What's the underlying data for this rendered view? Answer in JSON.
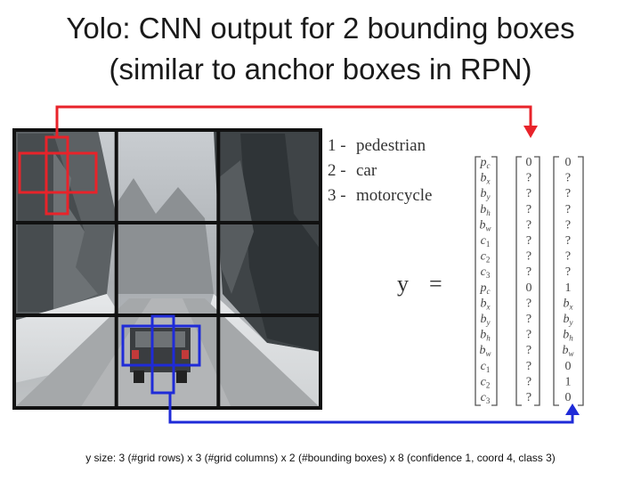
{
  "slide": {
    "title_line1": "Yolo: CNN output for 2 bounding boxes",
    "title_line2": "(similar to anchor boxes in RPN)",
    "caption": "y size: 3 (#grid rows) x 3 (#grid columns) x 2 (#bounding boxes) x 8 (confidence 1, coord 4, class 3)"
  },
  "classes": [
    {
      "num": "1 -",
      "name": "pedestrian"
    },
    {
      "num": "2 -",
      "name": "car"
    },
    {
      "num": "3 -",
      "name": "motorcycle"
    }
  ],
  "equation": {
    "lhs": "y",
    "eq": "="
  },
  "vector_labels": [
    {
      "b": "p",
      "s": "c"
    },
    {
      "b": "b",
      "s": "x"
    },
    {
      "b": "b",
      "s": "y"
    },
    {
      "b": "b",
      "s": "h"
    },
    {
      "b": "b",
      "s": "w"
    },
    {
      "b": "c",
      "s": "1"
    },
    {
      "b": "c",
      "s": "2"
    },
    {
      "b": "c",
      "s": "3"
    },
    {
      "b": "p",
      "s": "c"
    },
    {
      "b": "b",
      "s": "x"
    },
    {
      "b": "b",
      "s": "y"
    },
    {
      "b": "b",
      "s": "h"
    },
    {
      "b": "b",
      "s": "w"
    },
    {
      "b": "c",
      "s": "1"
    },
    {
      "b": "c",
      "s": "2"
    },
    {
      "b": "c",
      "s": "3"
    }
  ],
  "vector_cell1": [
    "0",
    "?",
    "?",
    "?",
    "?",
    "?",
    "?",
    "?",
    "0",
    "?",
    "?",
    "?",
    "?",
    "?",
    "?",
    "?"
  ],
  "vector_cell2": [
    {
      "b": "0",
      "s": ""
    },
    {
      "b": "?",
      "s": ""
    },
    {
      "b": "?",
      "s": ""
    },
    {
      "b": "?",
      "s": ""
    },
    {
      "b": "?",
      "s": ""
    },
    {
      "b": "?",
      "s": ""
    },
    {
      "b": "?",
      "s": ""
    },
    {
      "b": "?",
      "s": ""
    },
    {
      "b": "1",
      "s": ""
    },
    {
      "b": "b",
      "s": "x"
    },
    {
      "b": "b",
      "s": "y"
    },
    {
      "b": "b",
      "s": "h"
    },
    {
      "b": "b",
      "s": "w"
    },
    {
      "b": "0",
      "s": ""
    },
    {
      "b": "1",
      "s": ""
    },
    {
      "b": "0",
      "s": ""
    }
  ],
  "colors": {
    "red": "#e8232a",
    "blue": "#1f2bd8",
    "grid": "#111111"
  }
}
